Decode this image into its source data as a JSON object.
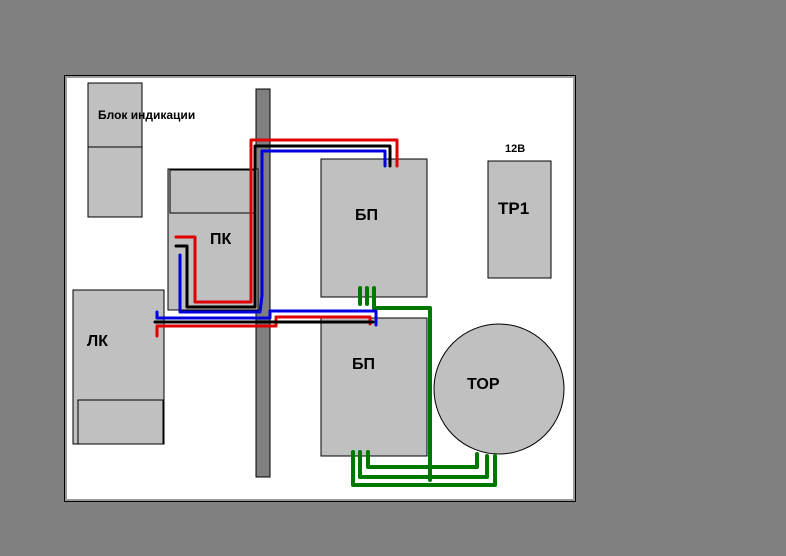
{
  "diagram": {
    "title_label": "Блок индикации",
    "blocks": {
      "indication": "Блок индикации",
      "pk": "ПК",
      "lk": "ЛК",
      "bp_top": "БП",
      "bp_bottom": "БП",
      "tr1": "ТР1",
      "tor": "ТОР"
    },
    "annotations": {
      "tr1_voltage": "12В"
    },
    "colors": {
      "background": "#808080",
      "board": "#ffffff",
      "block_fill": "#c0c0c0",
      "divider": "#808080",
      "wire_red": "#e00000",
      "wire_black": "#000000",
      "wire_blue": "#0000e0",
      "wire_green": "#007800"
    }
  }
}
